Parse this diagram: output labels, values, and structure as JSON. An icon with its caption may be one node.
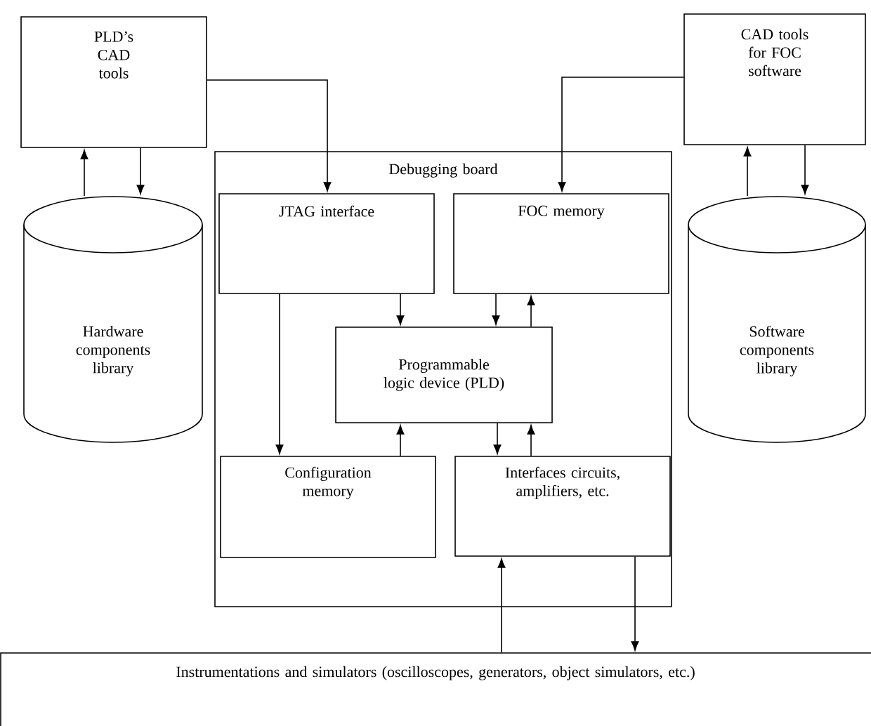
{
  "diagram": {
    "nodes": [
      {
        "text": [
          "PLD’s CAD tools"
        ]
      },
      {
        "text": [
          "CAD tools for FOC software"
        ]
      },
      {
        "text": [
          "Hardware components library"
        ]
      },
      {
        "text": [
          "Software components library"
        ]
      },
      {
        "text": [
          "Debugging board"
        ]
      },
      {
        "text": [
          "JTAG interface"
        ],
        "in": 4
      },
      {
        "text": [
          "FOC memory"
        ],
        "in": 4
      },
      {
        "text": [
          "Programmable logic device (PLD)"
        ],
        "in": 4
      },
      {
        "text": [
          "Configuration memory"
        ],
        "in": 4
      },
      {
        "text": [
          "Interfaces circuits, amplifiers, etc."
        ],
        "in": 4
      },
      {
        "text": [
          "Instrumentations and simulators (oscilloscopes, generators, object simulators, etc.)"
        ]
      }
    ],
    "edges": [
      {
        "from": 2,
        "to": 0,
        "arrow": "to"
      },
      {
        "from": 0,
        "to": 2,
        "arrow": "to"
      },
      {
        "from": 0,
        "to": 5,
        "arrow": "to"
      },
      {
        "from": 1,
        "to": 6,
        "arrow": "to"
      },
      {
        "from": 3,
        "to": 1,
        "arrow": "to"
      },
      {
        "from": 1,
        "to": 3,
        "arrow": "to"
      },
      {
        "from": 5,
        "to": 7,
        "arrow": "to"
      },
      {
        "from": 5,
        "to": 8,
        "arrow": "to"
      },
      {
        "from": 6,
        "to": 7,
        "arrow": "to"
      },
      {
        "from": 7,
        "to": 6,
        "arrow": "to"
      },
      {
        "from": 8,
        "to": 7,
        "arrow": "to"
      },
      {
        "from": 7,
        "to": 9,
        "arrow": "to"
      },
      {
        "from": 9,
        "to": 7,
        "arrow": "to"
      },
      {
        "from": 10,
        "to": 9,
        "arrow": "to"
      },
      {
        "from": 9,
        "to": 10,
        "arrow": "to"
      }
    ]
  }
}
